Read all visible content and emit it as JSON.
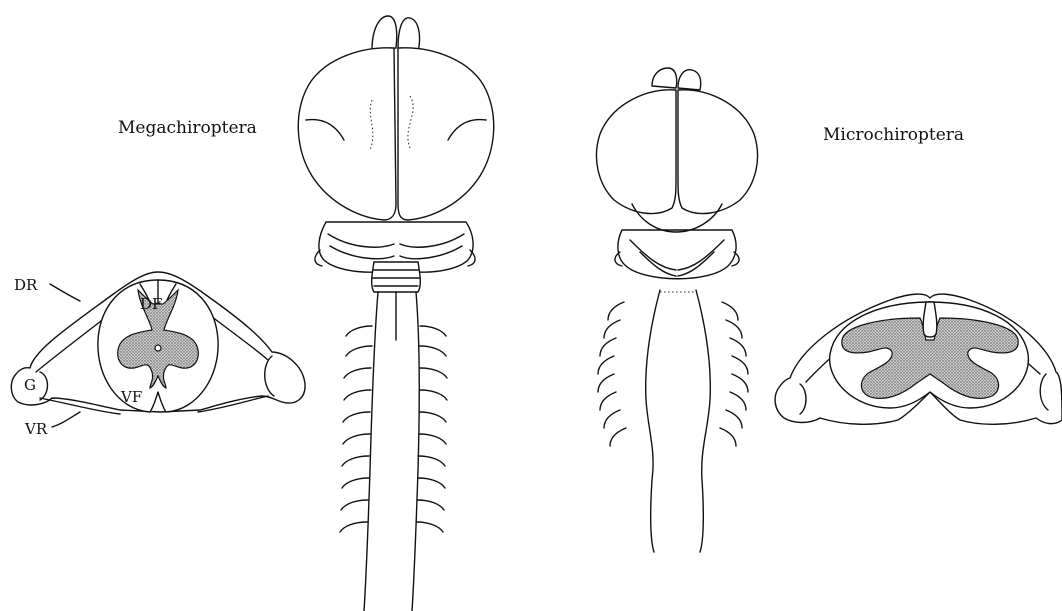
{
  "labels": {
    "mega_title": "Megachiroptera",
    "micro_title": "Microchiroptera",
    "dr": "DR",
    "df": "DF",
    "g": "G",
    "vf": "VF",
    "vr": "VR"
  },
  "colors": {
    "ink": "#111111",
    "gray_matter": "#a8a8a8",
    "background": "#ffffff"
  }
}
